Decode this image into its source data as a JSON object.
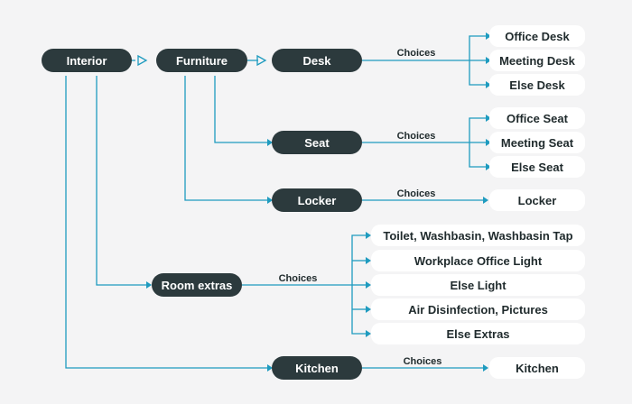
{
  "colors": {
    "background": "#f4f4f5",
    "dark_node": "#2c3a3d",
    "light_node": "#ffffff",
    "connector": "#1e9bbf"
  },
  "nodes": {
    "interior": "Interior",
    "furniture": "Furniture",
    "desk": "Desk",
    "seat": "Seat",
    "locker": "Locker",
    "room_extras": "Room extras",
    "kitchen": "Kitchen"
  },
  "options": {
    "office_desk": "Office Desk",
    "meeting_desk": "Meeting Desk",
    "else_desk": "Else Desk",
    "office_seat": "Office Seat",
    "meeting_seat": "Meeting Seat",
    "else_seat": "Else Seat",
    "locker": "Locker",
    "toilet": "Toilet, Washbasin, Washbasin Tap",
    "workplace_light": "Workplace Office Light",
    "else_light": "Else Light",
    "air": "Air Disinfection, Pictures",
    "else_extras": "Else Extras",
    "kitchen": "Kitchen"
  },
  "labels": {
    "desk_choices": "Choices",
    "seat_choices": "Choices",
    "locker_choices": "Choices",
    "room_choices": "Choices",
    "kitchen_choices": "Choices"
  }
}
